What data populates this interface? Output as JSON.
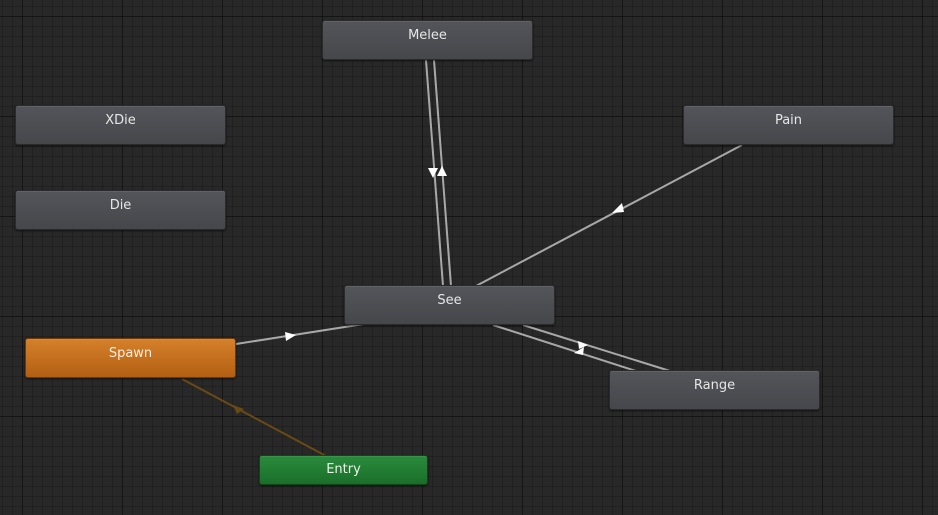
{
  "graph": {
    "states": {
      "melee": "Melee",
      "xdie": "XDie",
      "pain": "Pain",
      "die": "Die",
      "see": "See",
      "spawn": "Spawn",
      "range": "Range",
      "entry": "Entry"
    },
    "colors": {
      "background": "#282828",
      "state": "#4c4e52",
      "default_state": "#c46f1e",
      "entry_state": "#228233",
      "transition": "#a8a8a8",
      "entry_transition": "#6a4a14"
    }
  }
}
